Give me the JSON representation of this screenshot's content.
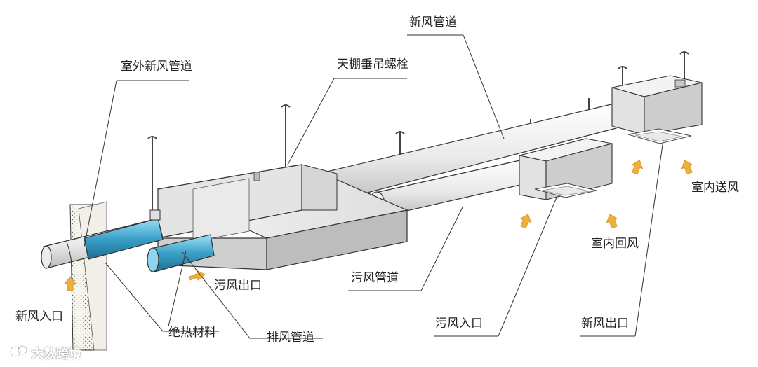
{
  "labels": {
    "outdoor_fresh_duct": "室外新风管道",
    "ceiling_bolt": "天棚垂吊螺栓",
    "fresh_duct": "新风管道",
    "indoor_supply": "室内送风",
    "indoor_return": "室内回风",
    "exhaust_outlet": "污风出口",
    "dirty_duct": "污风管道",
    "fresh_inlet": "新风入口",
    "insulation": "绝热材料",
    "exhaust_duct": "排风管道",
    "dirty_inlet": "污风入口",
    "fresh_outlet": "新风出口"
  },
  "watermark": {
    "text": "大数跨境"
  },
  "colors": {
    "line": "#333333",
    "duct": "#eeeeee",
    "insulation": "#3aa0c8",
    "arrow": "#f0b040"
  }
}
